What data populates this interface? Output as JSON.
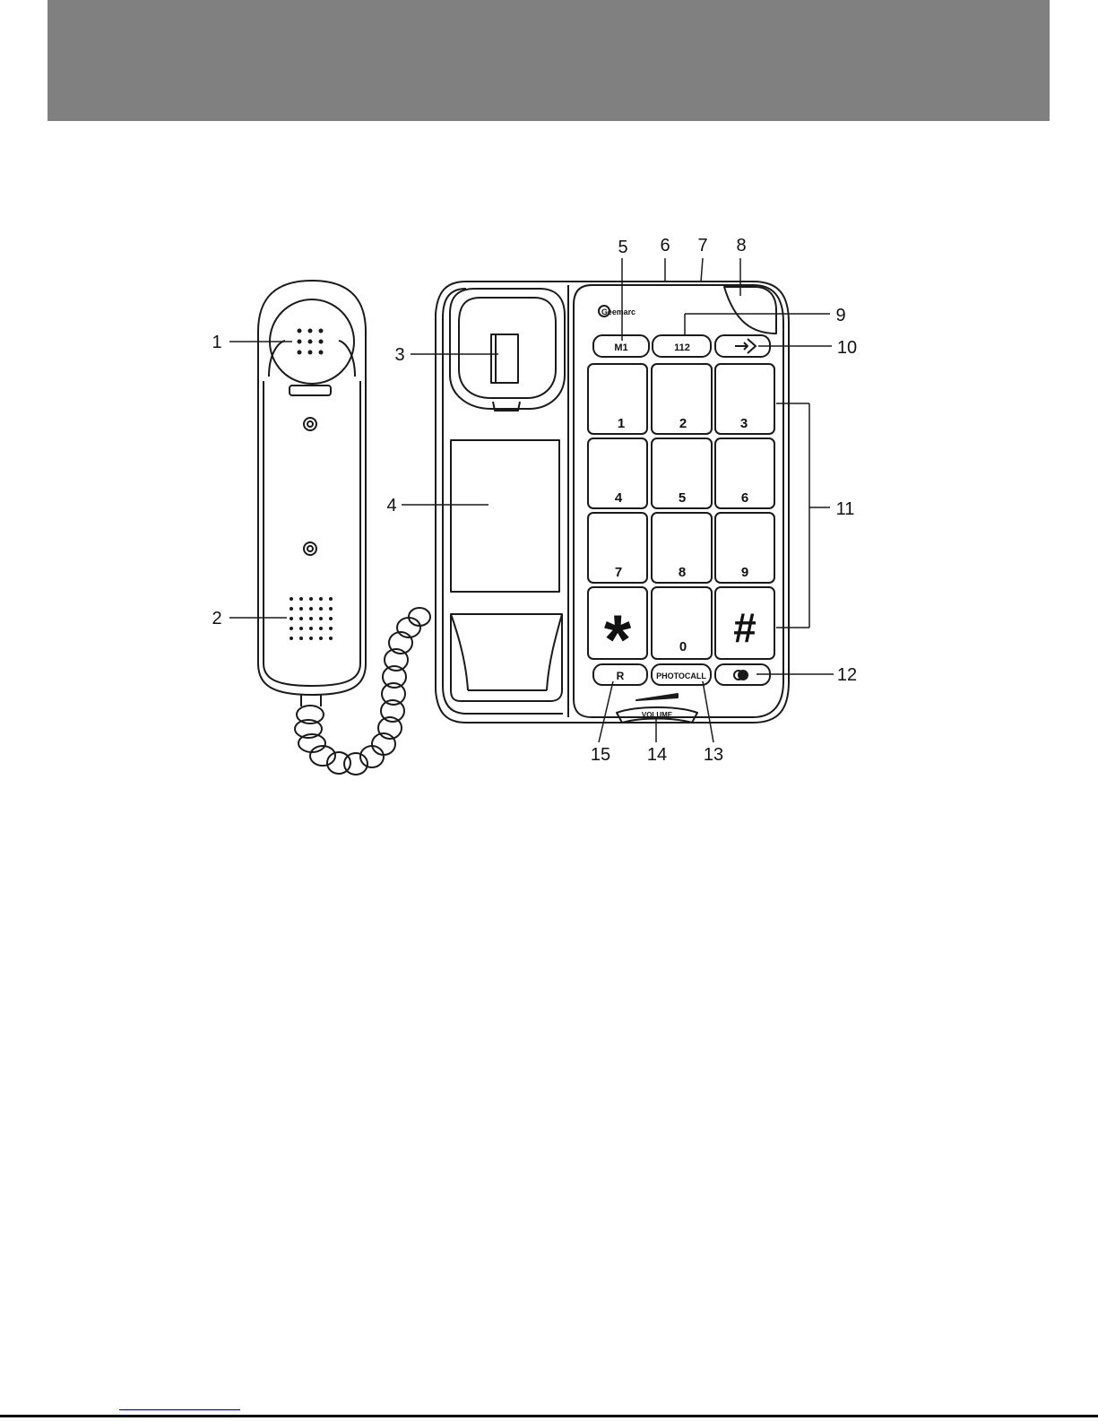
{
  "header": {
    "band_color": "#808080"
  },
  "brand": {
    "logo_text": "Geemarc"
  },
  "keypad": {
    "keys": [
      "1",
      "2",
      "3",
      "4",
      "5",
      "6",
      "7",
      "8",
      "9",
      "*",
      "0",
      "#"
    ],
    "memory_label": "M1",
    "emergency_label": "112",
    "recall_label": "R",
    "photocall_label": "PHOTOCALL",
    "volume_label": "VOLUME"
  },
  "callouts": [
    "1",
    "2",
    "3",
    "4",
    "5",
    "6",
    "7",
    "8",
    "9",
    "10",
    "11",
    "12",
    "13",
    "14",
    "15"
  ],
  "colors": {
    "line": "#1a1a1a",
    "background": "#ffffff"
  }
}
